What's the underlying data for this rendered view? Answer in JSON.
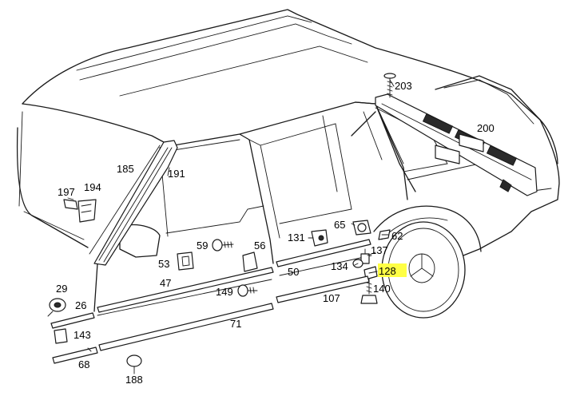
{
  "highlight_color": "#ffff44",
  "line_color": "#1a1a1a",
  "callouts": [
    {
      "id": "203",
      "label": "203"
    },
    {
      "id": "200",
      "label": "200"
    },
    {
      "id": "185",
      "label": "185"
    },
    {
      "id": "191",
      "label": "191"
    },
    {
      "id": "197",
      "label": "197"
    },
    {
      "id": "194",
      "label": "194"
    },
    {
      "id": "65",
      "label": "65"
    },
    {
      "id": "62",
      "label": "62"
    },
    {
      "id": "131",
      "label": "131"
    },
    {
      "id": "137",
      "label": "137"
    },
    {
      "id": "59",
      "label": "59"
    },
    {
      "id": "56",
      "label": "56"
    },
    {
      "id": "53",
      "label": "53"
    },
    {
      "id": "134",
      "label": "134"
    },
    {
      "id": "128",
      "label": "128",
      "highlighted": true
    },
    {
      "id": "50",
      "label": "50"
    },
    {
      "id": "47",
      "label": "47"
    },
    {
      "id": "29",
      "label": "29"
    },
    {
      "id": "149",
      "label": "149"
    },
    {
      "id": "140",
      "label": "140"
    },
    {
      "id": "26",
      "label": "26"
    },
    {
      "id": "107",
      "label": "107"
    },
    {
      "id": "71",
      "label": "71"
    },
    {
      "id": "143",
      "label": "143"
    },
    {
      "id": "68",
      "label": "68"
    },
    {
      "id": "188",
      "label": "188"
    }
  ]
}
